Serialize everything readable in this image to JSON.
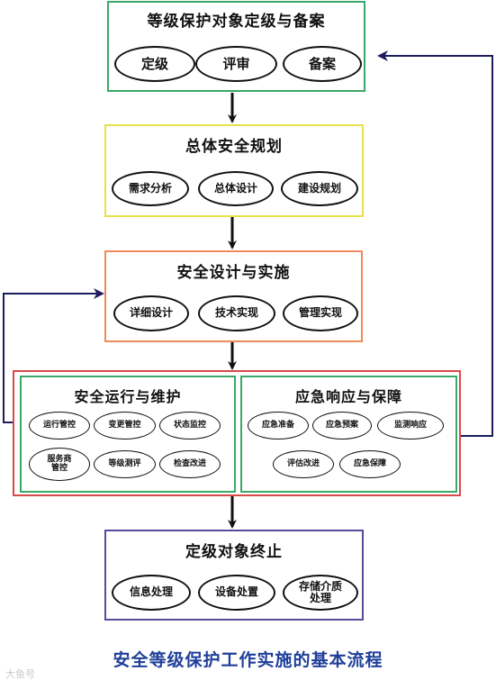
{
  "stage1": {
    "title": "等级保护对象定级与备案",
    "items": [
      "定级",
      "评审",
      "备案"
    ],
    "border_color": "#3aa866"
  },
  "stage2": {
    "title": "总体安全规划",
    "items": [
      "需求分析",
      "总体设计",
      "建设规划"
    ],
    "border_color": "#e6e04a"
  },
  "stage3": {
    "title": "安全设计与实施",
    "items": [
      "详细设计",
      "技术实现",
      "管理实现"
    ],
    "border_color": "#ef8a5a"
  },
  "stage4": {
    "border_color": "#d94a4a",
    "left": {
      "title": "安全运行与维护",
      "items": [
        "运行管控",
        "变更管控",
        "状态监控",
        "服务商\n管控",
        "等级测评",
        "检查改进"
      ]
    },
    "right": {
      "title": "应急响应与保障",
      "items": [
        "应急准备",
        "应急预案",
        "监测响应",
        "评估改进",
        "应急保障"
      ]
    },
    "inner_border_color": "#3aa866"
  },
  "stage5": {
    "title": "定级对象终止",
    "items": [
      "信息处理",
      "设备处置",
      "存储介质\n处理"
    ],
    "border_color": "#5a4a9a"
  },
  "caption": "安全等级保护工作实施的基本流程",
  "watermark": "大鱼号",
  "colors": {
    "feedback_arrow": "#1c1c5e",
    "flow_arrow": "#111111",
    "caption": "#1f3f9a"
  }
}
